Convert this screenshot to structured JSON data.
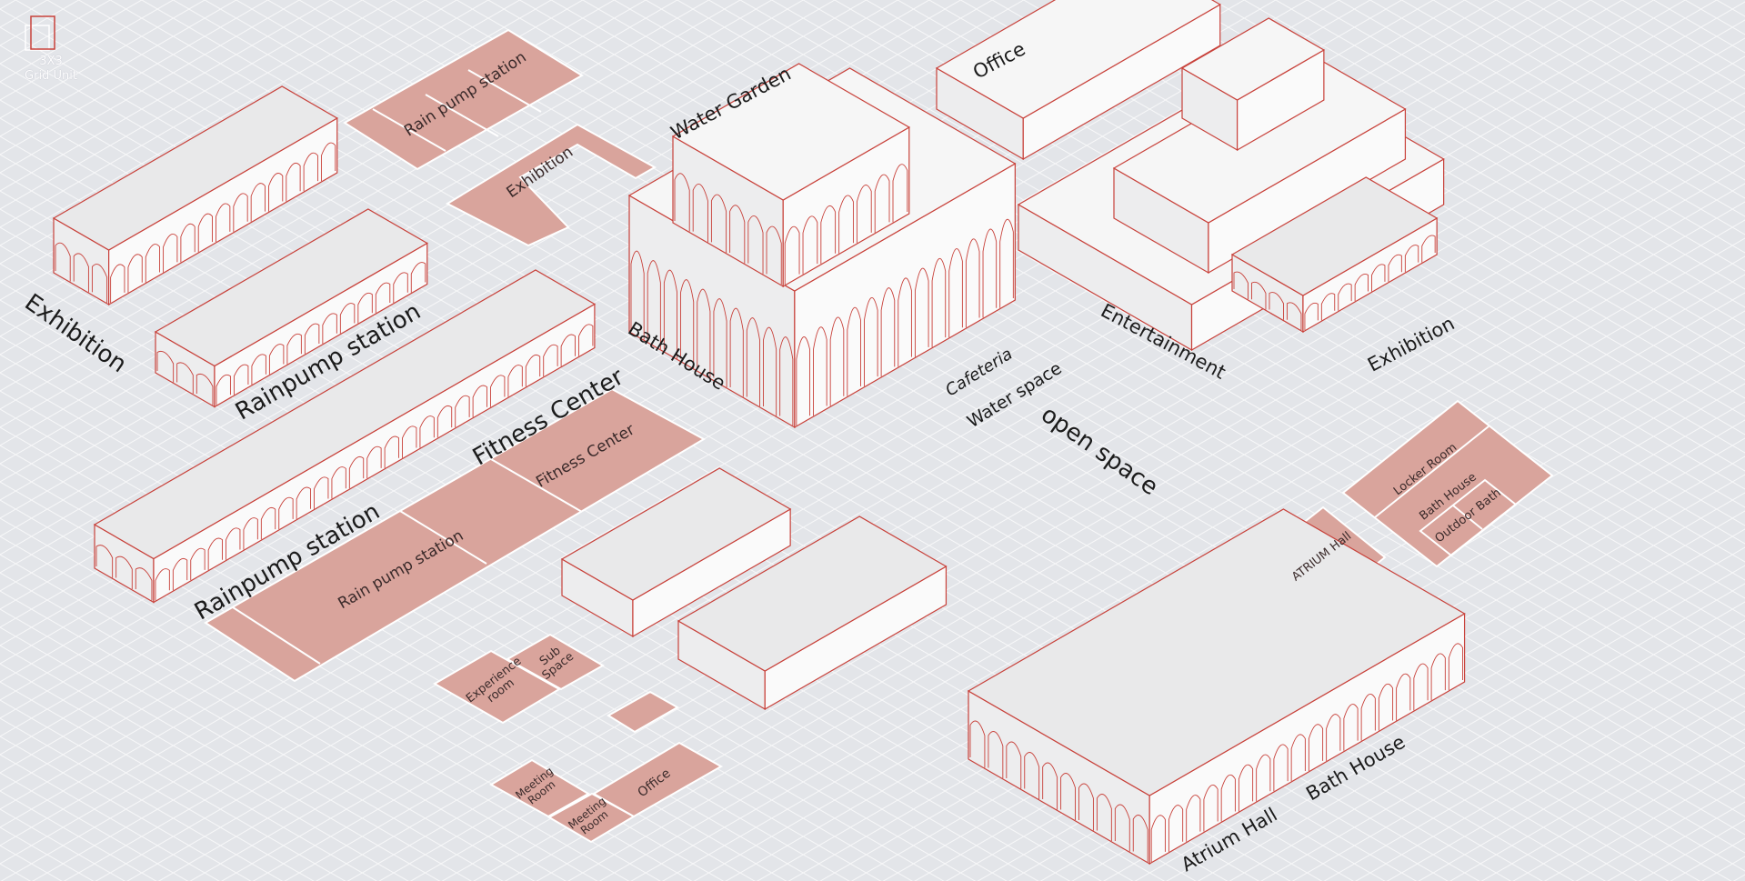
{
  "legend": {
    "unit": "3X3",
    "caption": "Grid Unit"
  },
  "colors": {
    "background": "#e3e5e9",
    "slab": "#d9a49c",
    "line": "#c8413a",
    "wall": "#f7f7f7",
    "grid": "#ffffff"
  },
  "building_labels": {
    "exhibition_left": "Exhibition",
    "rainpump_upper": "Rainpump station",
    "rainpump_lower": "Rainpump station",
    "fitness_center": "Fitness Center",
    "water_garden": "Water Garden",
    "office": "Office",
    "bath_house_main": "Bath House",
    "cafeteria": "Cafeteria",
    "water_space": "Water space",
    "open_space": "open space",
    "entertainment": "Entertainment",
    "exhibition_right": "Exhibition",
    "atrium_hall": "Atrium Hall",
    "bath_house_bottom": "Bath House"
  },
  "slab_labels": {
    "rain_pump_top": "Rain pump station",
    "exhibition": "Exhibition",
    "fitness_center": "Fitness Center",
    "rain_pump_bottom": "Rain pump station",
    "atrium_hall": "ATRIUM Hall",
    "locker_room": "Locker Room",
    "bath_house": "Bath House",
    "outdoor_bath": "Outdoor Bath",
    "experience_room": "Experience room",
    "sub_space": "Sub Space",
    "meeting_room_1": "Meeting Room",
    "meeting_room_2": "Meeting Room",
    "office": "Office"
  }
}
